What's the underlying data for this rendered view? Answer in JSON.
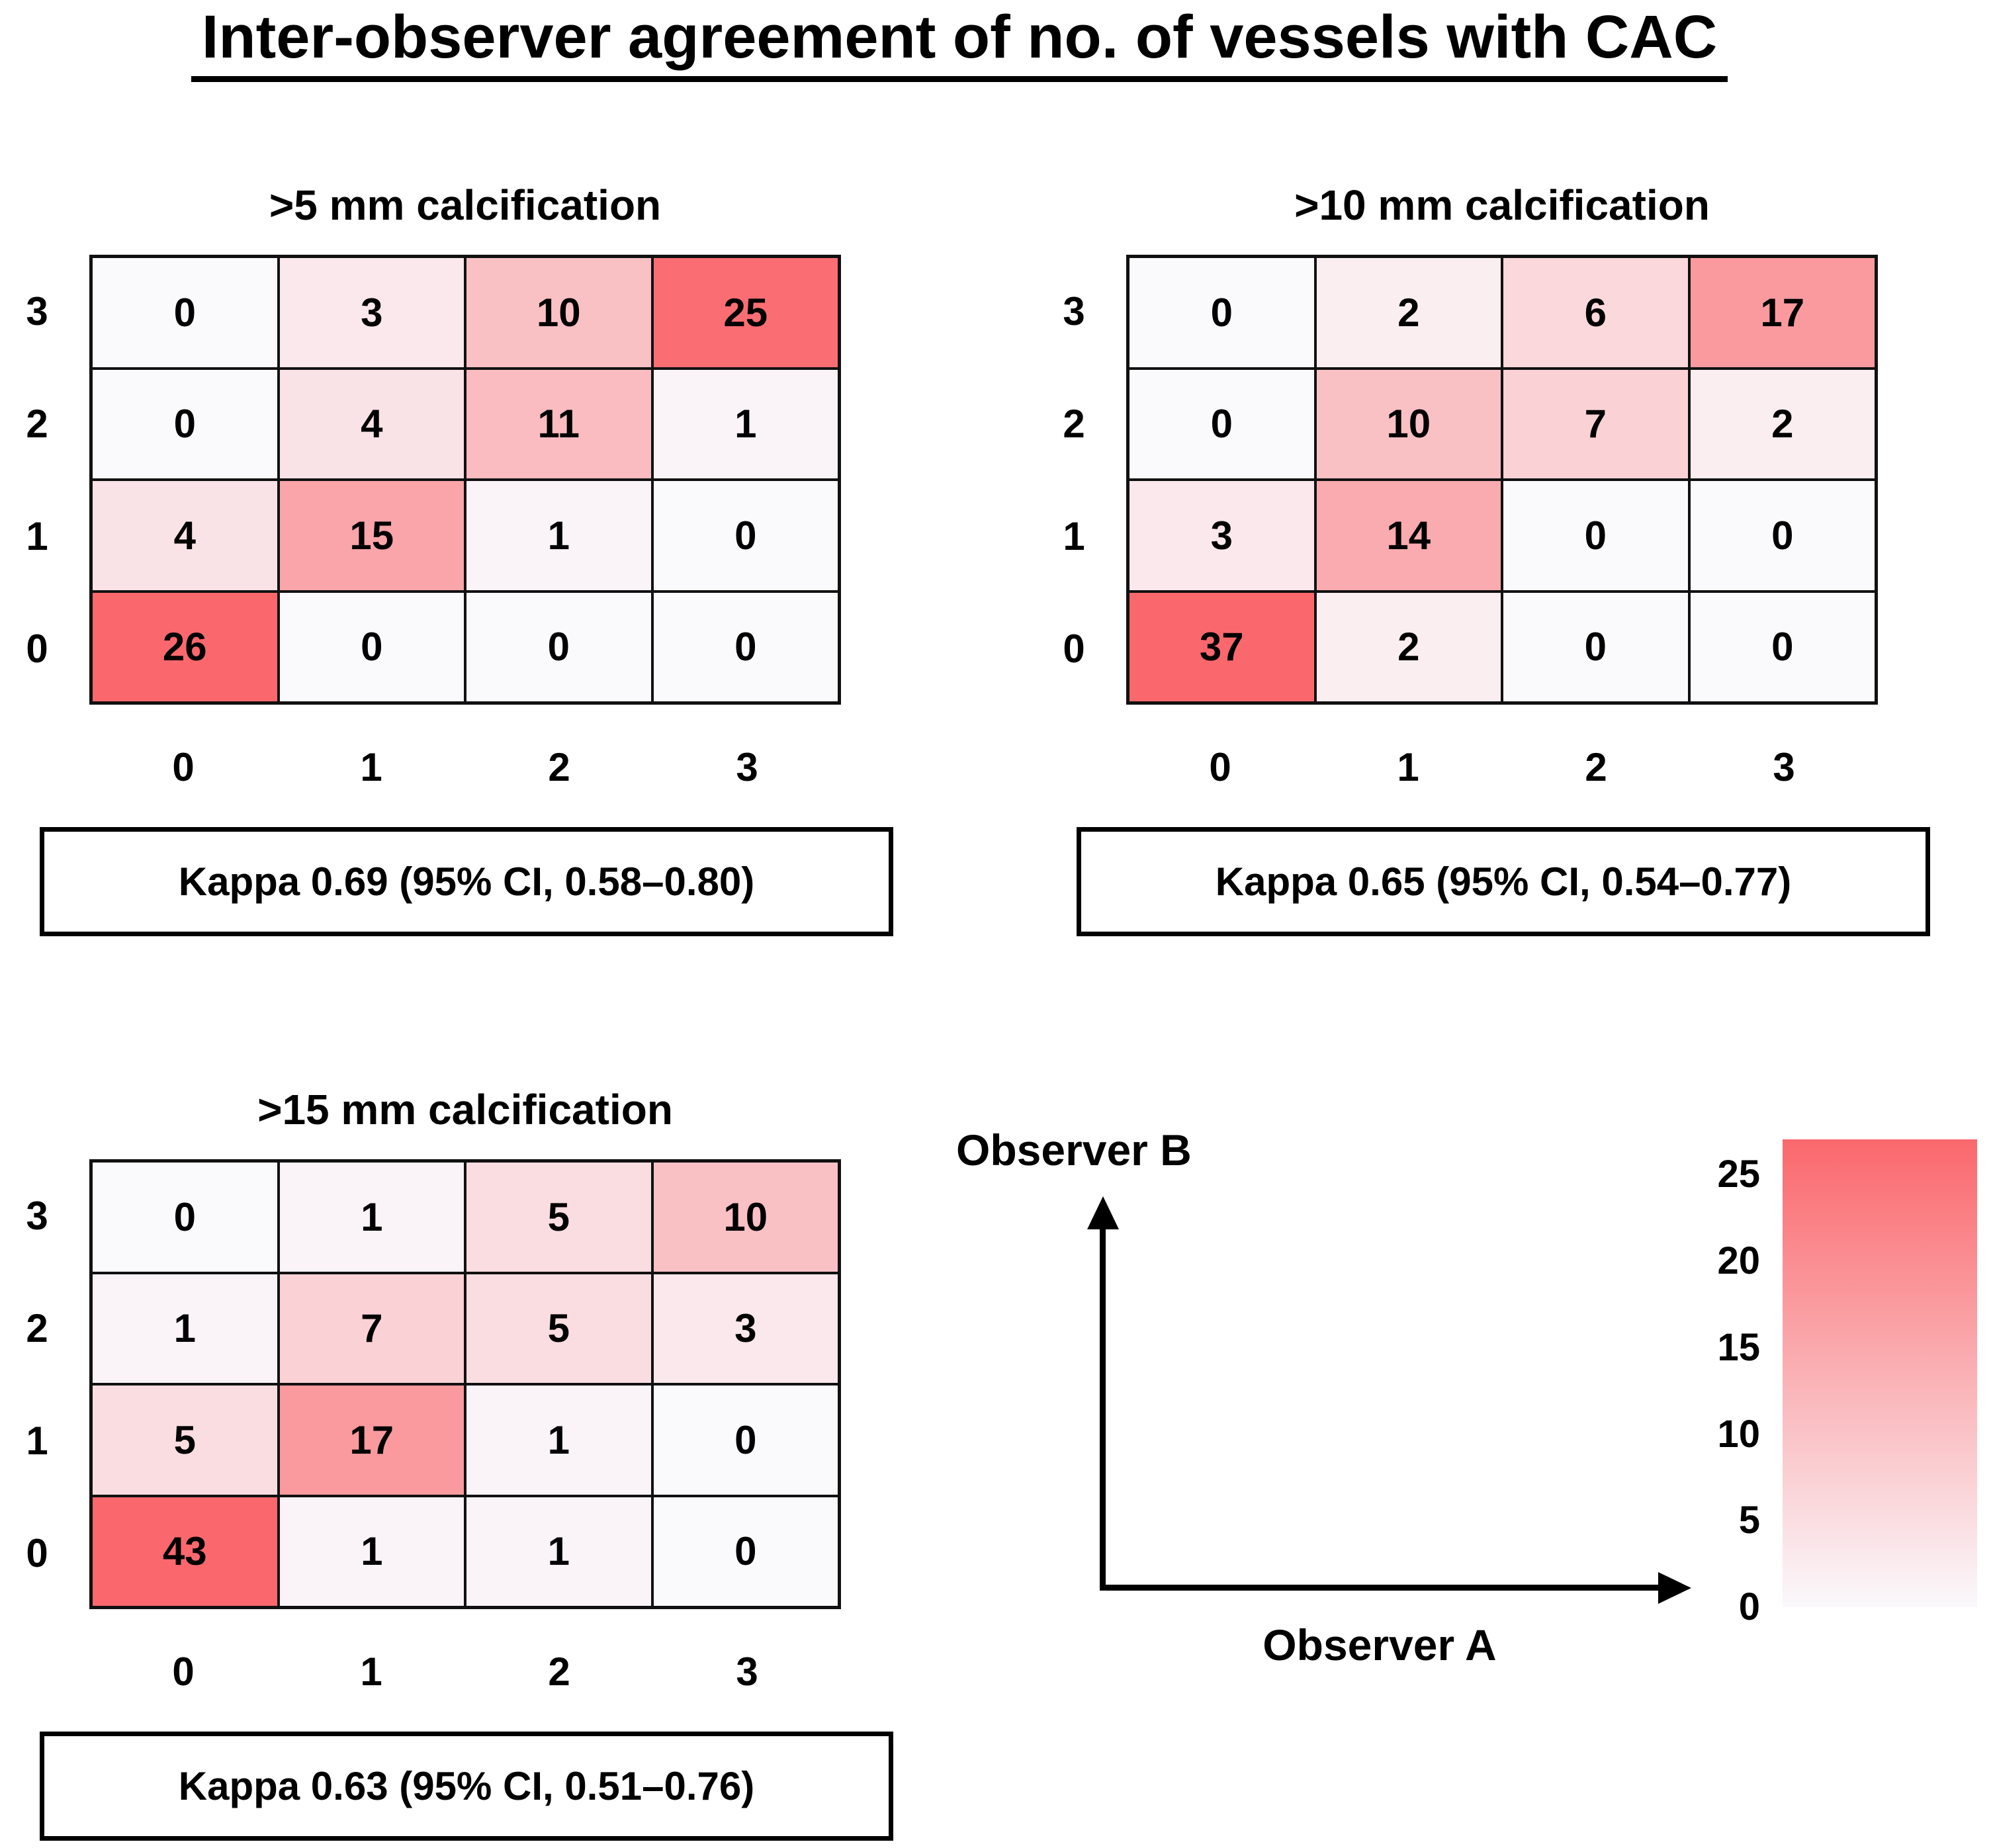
{
  "title": "Inter-observer agreement of no. of vessels with CAC",
  "colors": {
    "heat_max": "#FA686D",
    "heat_min": "#FAF9FC",
    "scale_max": 26
  },
  "chart_data": [
    {
      "type": "heatmap",
      "title": ">5 mm calcification",
      "xlabel": "Observer A",
      "ylabel": "Observer B",
      "x_ticks": [
        "0",
        "1",
        "2",
        "3"
      ],
      "y_ticks_top_to_bottom": [
        "3",
        "2",
        "1",
        "0"
      ],
      "rows_top_to_bottom": [
        [
          0,
          3,
          10,
          25
        ],
        [
          0,
          4,
          11,
          1
        ],
        [
          4,
          15,
          1,
          0
        ],
        [
          26,
          0,
          0,
          0
        ]
      ],
      "caption": "Kappa 0.69 (95% CI, 0.58–0.80)"
    },
    {
      "type": "heatmap",
      "title": ">10 mm calcification",
      "xlabel": "Observer A",
      "ylabel": "Observer B",
      "x_ticks": [
        "0",
        "1",
        "2",
        "3"
      ],
      "y_ticks_top_to_bottom": [
        "3",
        "2",
        "1",
        "0"
      ],
      "rows_top_to_bottom": [
        [
          0,
          2,
          6,
          17
        ],
        [
          0,
          10,
          7,
          2
        ],
        [
          3,
          14,
          0,
          0
        ],
        [
          37,
          2,
          0,
          0
        ]
      ],
      "caption": "Kappa 0.65 (95% CI, 0.54–0.77)"
    },
    {
      "type": "heatmap",
      "title": ">15 mm calcification",
      "xlabel": "Observer A",
      "ylabel": "Observer B",
      "x_ticks": [
        "0",
        "1",
        "2",
        "3"
      ],
      "y_ticks_top_to_bottom": [
        "3",
        "2",
        "1",
        "0"
      ],
      "rows_top_to_bottom": [
        [
          0,
          1,
          5,
          10
        ],
        [
          1,
          7,
          5,
          3
        ],
        [
          5,
          17,
          1,
          0
        ],
        [
          43,
          1,
          1,
          0
        ]
      ],
      "caption": "Kappa 0.63 (95% CI, 0.51–0.76)"
    }
  ],
  "matrices": [
    {
      "title": ">5 mm calcification",
      "row_labels": [
        "3",
        "2",
        "1",
        "0"
      ],
      "col_labels": [
        "0",
        "1",
        "2",
        "3"
      ],
      "grid": [
        [
          0,
          3,
          10,
          25
        ],
        [
          0,
          4,
          11,
          1
        ],
        [
          4,
          15,
          1,
          0
        ],
        [
          26,
          0,
          0,
          0
        ]
      ],
      "kappa": "Kappa 0.69 (95% CI, 0.58–0.80)"
    },
    {
      "title": ">10 mm calcification",
      "row_labels": [
        "3",
        "2",
        "1",
        "0"
      ],
      "col_labels": [
        "0",
        "1",
        "2",
        "3"
      ],
      "grid": [
        [
          0,
          2,
          6,
          17
        ],
        [
          0,
          10,
          7,
          2
        ],
        [
          3,
          14,
          0,
          0
        ],
        [
          37,
          2,
          0,
          0
        ]
      ],
      "kappa": "Kappa 0.65 (95% CI, 0.54–0.77)"
    },
    {
      "title": ">15 mm calcification",
      "row_labels": [
        "3",
        "2",
        "1",
        "0"
      ],
      "col_labels": [
        "0",
        "1",
        "2",
        "3"
      ],
      "grid": [
        [
          0,
          1,
          5,
          10
        ],
        [
          1,
          7,
          5,
          3
        ],
        [
          5,
          17,
          1,
          0
        ],
        [
          43,
          1,
          1,
          0
        ]
      ],
      "kappa": "Kappa 0.63 (95% CI, 0.51–0.76)"
    }
  ],
  "legend": {
    "observer_a": "Observer A",
    "observer_b": "Observer B",
    "colorbar_ticks": [
      "25",
      "20",
      "15",
      "10",
      "5",
      "0"
    ]
  }
}
